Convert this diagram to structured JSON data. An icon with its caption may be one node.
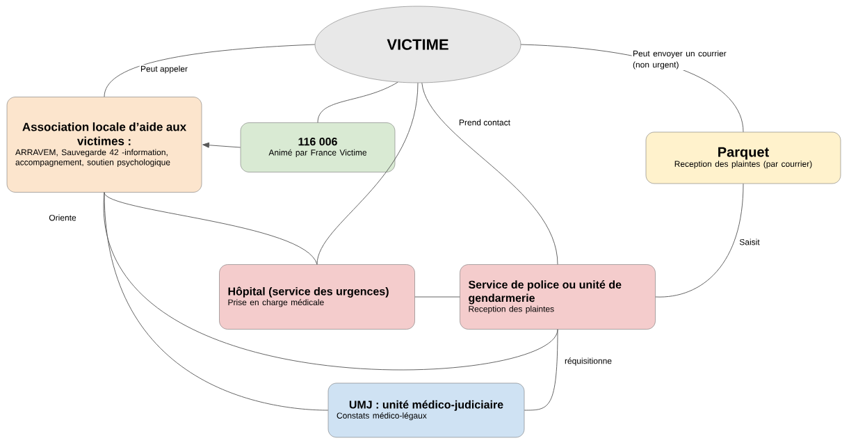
{
  "diagram": {
    "nodes": [
      {
        "text": [
          "VICTIME"
        ]
      },
      {
        "text": [
          "Association locale d’aide aux victimes :",
          "ARRAVEM, Sauvegarde 42 -information, accompagnement, soutien psychologique"
        ]
      },
      {
        "text": [
          "116 006",
          "Animé par France Victime"
        ]
      },
      {
        "text": [
          "Parquet",
          "Reception des plaintes (par courrier)"
        ]
      },
      {
        "text": [
          "Hôpital (service des urgences)",
          "Prise en charge médicale"
        ]
      },
      {
        "text": [
          "Service de police ou unité de gendarmerie",
          "Reception des plaintes"
        ]
      },
      {
        "text": [
          "UMJ : unité médico-judiciaire",
          "Constats médico-légaux"
        ]
      }
    ],
    "edges": [
      {
        "from": 0,
        "to": 1,
        "arrow": "none",
        "label": "Peut appeler"
      },
      {
        "from": 0,
        "to": 2,
        "arrow": "none"
      },
      {
        "from": 0,
        "to": 4,
        "arrow": "none"
      },
      {
        "from": 0,
        "to": 5,
        "arrow": "none",
        "label": "Prend contact"
      },
      {
        "from": 0,
        "to": 3,
        "arrow": "none",
        "label": "Peut envoyer un courrier (non urgent)"
      },
      {
        "from": 2,
        "to": 1,
        "arrow": "to"
      },
      {
        "from": 3,
        "to": 5,
        "arrow": "none",
        "label": "Saisit"
      },
      {
        "from": 1,
        "to": 4,
        "arrow": "none"
      },
      {
        "from": 1,
        "to": 5,
        "arrow": "none"
      },
      {
        "from": 1,
        "to": 6,
        "arrow": "none"
      },
      {
        "from": 4,
        "to": 5,
        "arrow": "none"
      },
      {
        "from": 5,
        "to": 6,
        "arrow": "none",
        "label": "réquisitionne"
      }
    ],
    "labels": [
      "Oriente"
    ]
  }
}
